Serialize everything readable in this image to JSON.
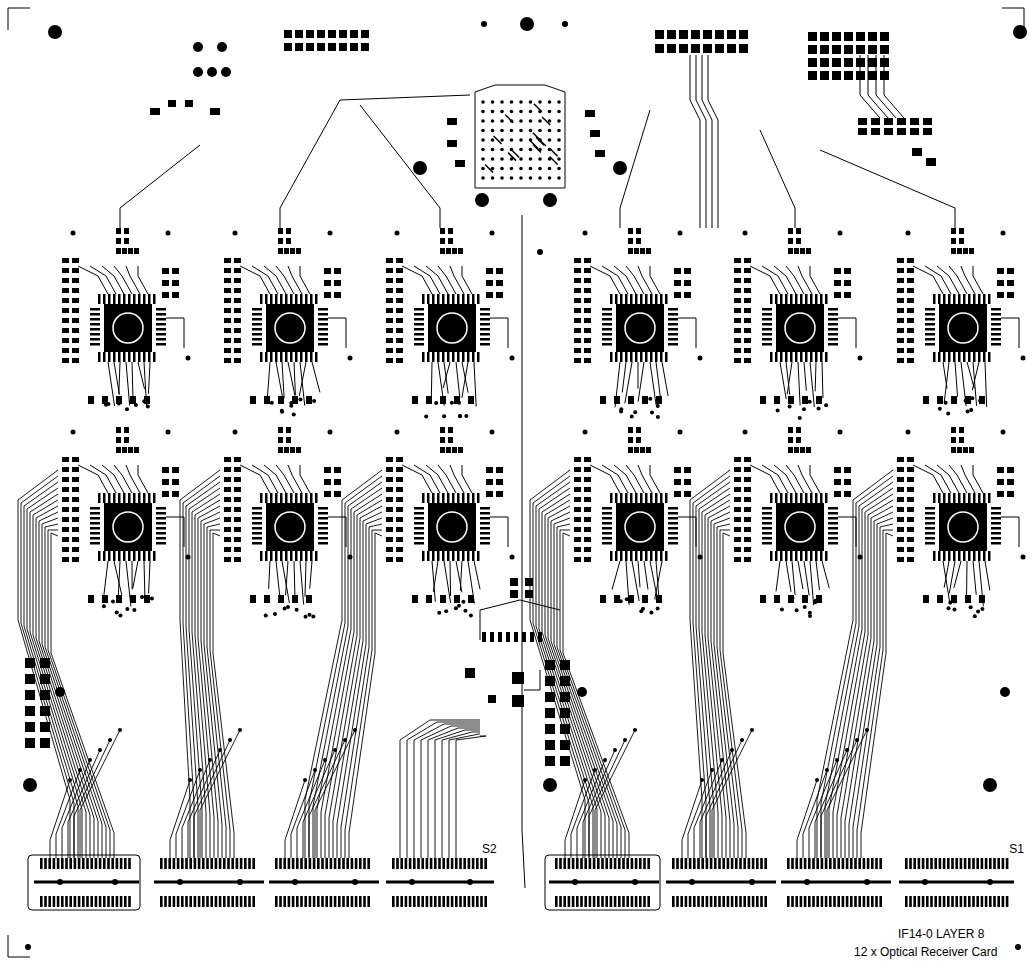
{
  "diagram": {
    "labels": [
      "S2",
      "S1",
      "IF14-0 LAYER 8",
      "12 x Optical Receiver Card"
    ]
  }
}
